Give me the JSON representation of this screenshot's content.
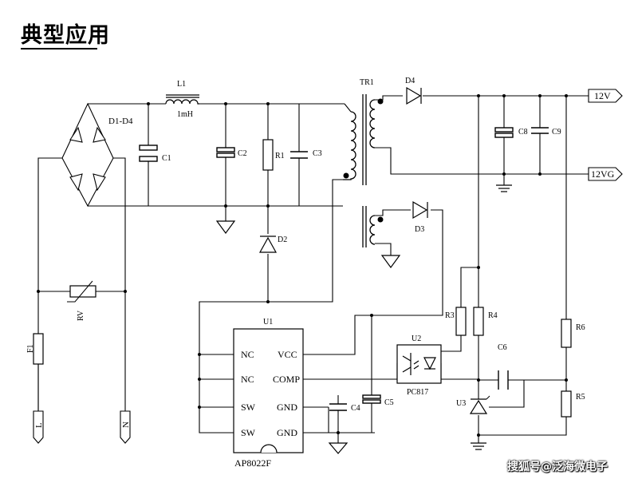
{
  "title": "典型应用",
  "watermark": "搜狐号@泛海微电子",
  "components": {
    "inductor": {
      "ref": "L1",
      "value": "1mH"
    },
    "bridge": "D1-D4",
    "transformer": "TR1",
    "c1": "C1",
    "c2": "C2",
    "c3": "C3",
    "c4": "C4",
    "c5": "C5",
    "c6": "C6",
    "c8": "C8",
    "c9": "C9",
    "r1": "R1",
    "r3": "R3",
    "r4": "R4",
    "r5": "R5",
    "r6": "R6",
    "d2": "D2",
    "d3": "D3",
    "d4": "D4",
    "rv": "RV",
    "fuse": "F1",
    "u1": {
      "ref": "U1",
      "part": "AP8022F",
      "pins_left": [
        "NC",
        "NC",
        "SW",
        "SW"
      ],
      "pins_right": [
        "VCC",
        "COMP",
        "GND",
        "GND"
      ]
    },
    "u2": {
      "ref": "U2",
      "part": "PC817"
    },
    "u3": "U3"
  },
  "terminals": {
    "out_pos": "12V",
    "out_gnd": "12VG",
    "line": "L",
    "neutral": "N"
  }
}
